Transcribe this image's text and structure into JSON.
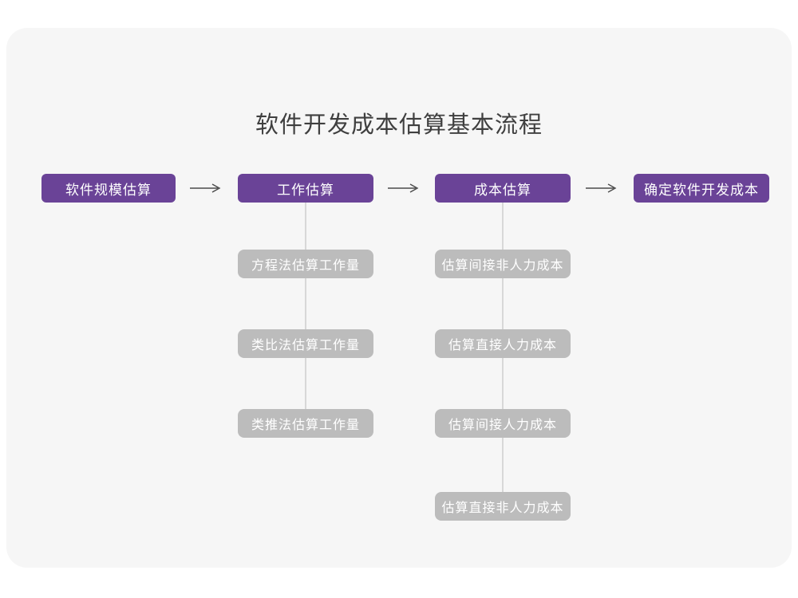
{
  "page": {
    "title": "软件开发成本估算基本流程"
  },
  "colors": {
    "card_bg": "#f6f6f6",
    "primary": "#6a4397",
    "secondary": "#bcbcbc",
    "text_on_box": "#ffffff",
    "title_text": "#3f3f3f",
    "arrow": "#4a4a4a",
    "connector": "#d8d8d8"
  },
  "flow": {
    "main_steps": [
      {
        "label": "软件规模估算"
      },
      {
        "label": "工作估算"
      },
      {
        "label": "成本估算"
      },
      {
        "label": "确定软件开发成本"
      }
    ],
    "work_estimation_methods": [
      {
        "label": "方程法估算工作量"
      },
      {
        "label": "类比法估算工作量"
      },
      {
        "label": "类推法估算工作量"
      }
    ],
    "cost_estimation_steps": [
      {
        "label": "估算间接非人力成本"
      },
      {
        "label": "估算直接人力成本"
      },
      {
        "label": "估算间接人力成本"
      },
      {
        "label": "估算直接非人力成本"
      }
    ]
  }
}
